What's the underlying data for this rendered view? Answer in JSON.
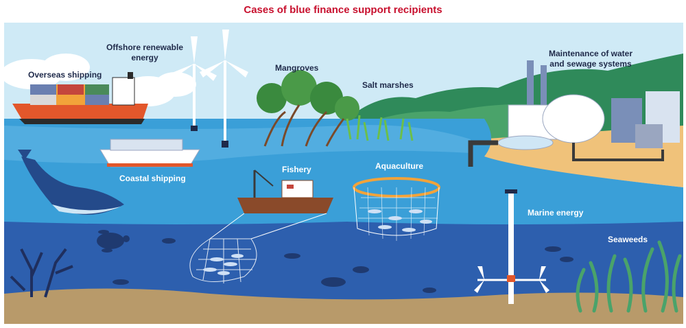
{
  "title": "Cases of blue finance support recipients",
  "labels": {
    "overseas_shipping": "Overseas shipping",
    "offshore_line1": "Offshore renewable",
    "offshore_line2": "energy",
    "mangroves": "Mangroves",
    "salt_marshes": "Salt marshes",
    "water_line1": "Maintenance of water",
    "water_line2": "and sewage systems",
    "coastal_shipping": "Coastal shipping",
    "fishery": "Fishery",
    "aquaculture": "Aquaculture",
    "marine_energy": "Marine energy",
    "seaweeds": "Seaweeds"
  },
  "colors": {
    "title": "#c8102e",
    "sky": "#cfeaf6",
    "sea_surface": "#3a9fd8",
    "sea_deep": "#2d5fae",
    "seabed": "#b89a6a",
    "hills": "#2f8a5a"
  }
}
